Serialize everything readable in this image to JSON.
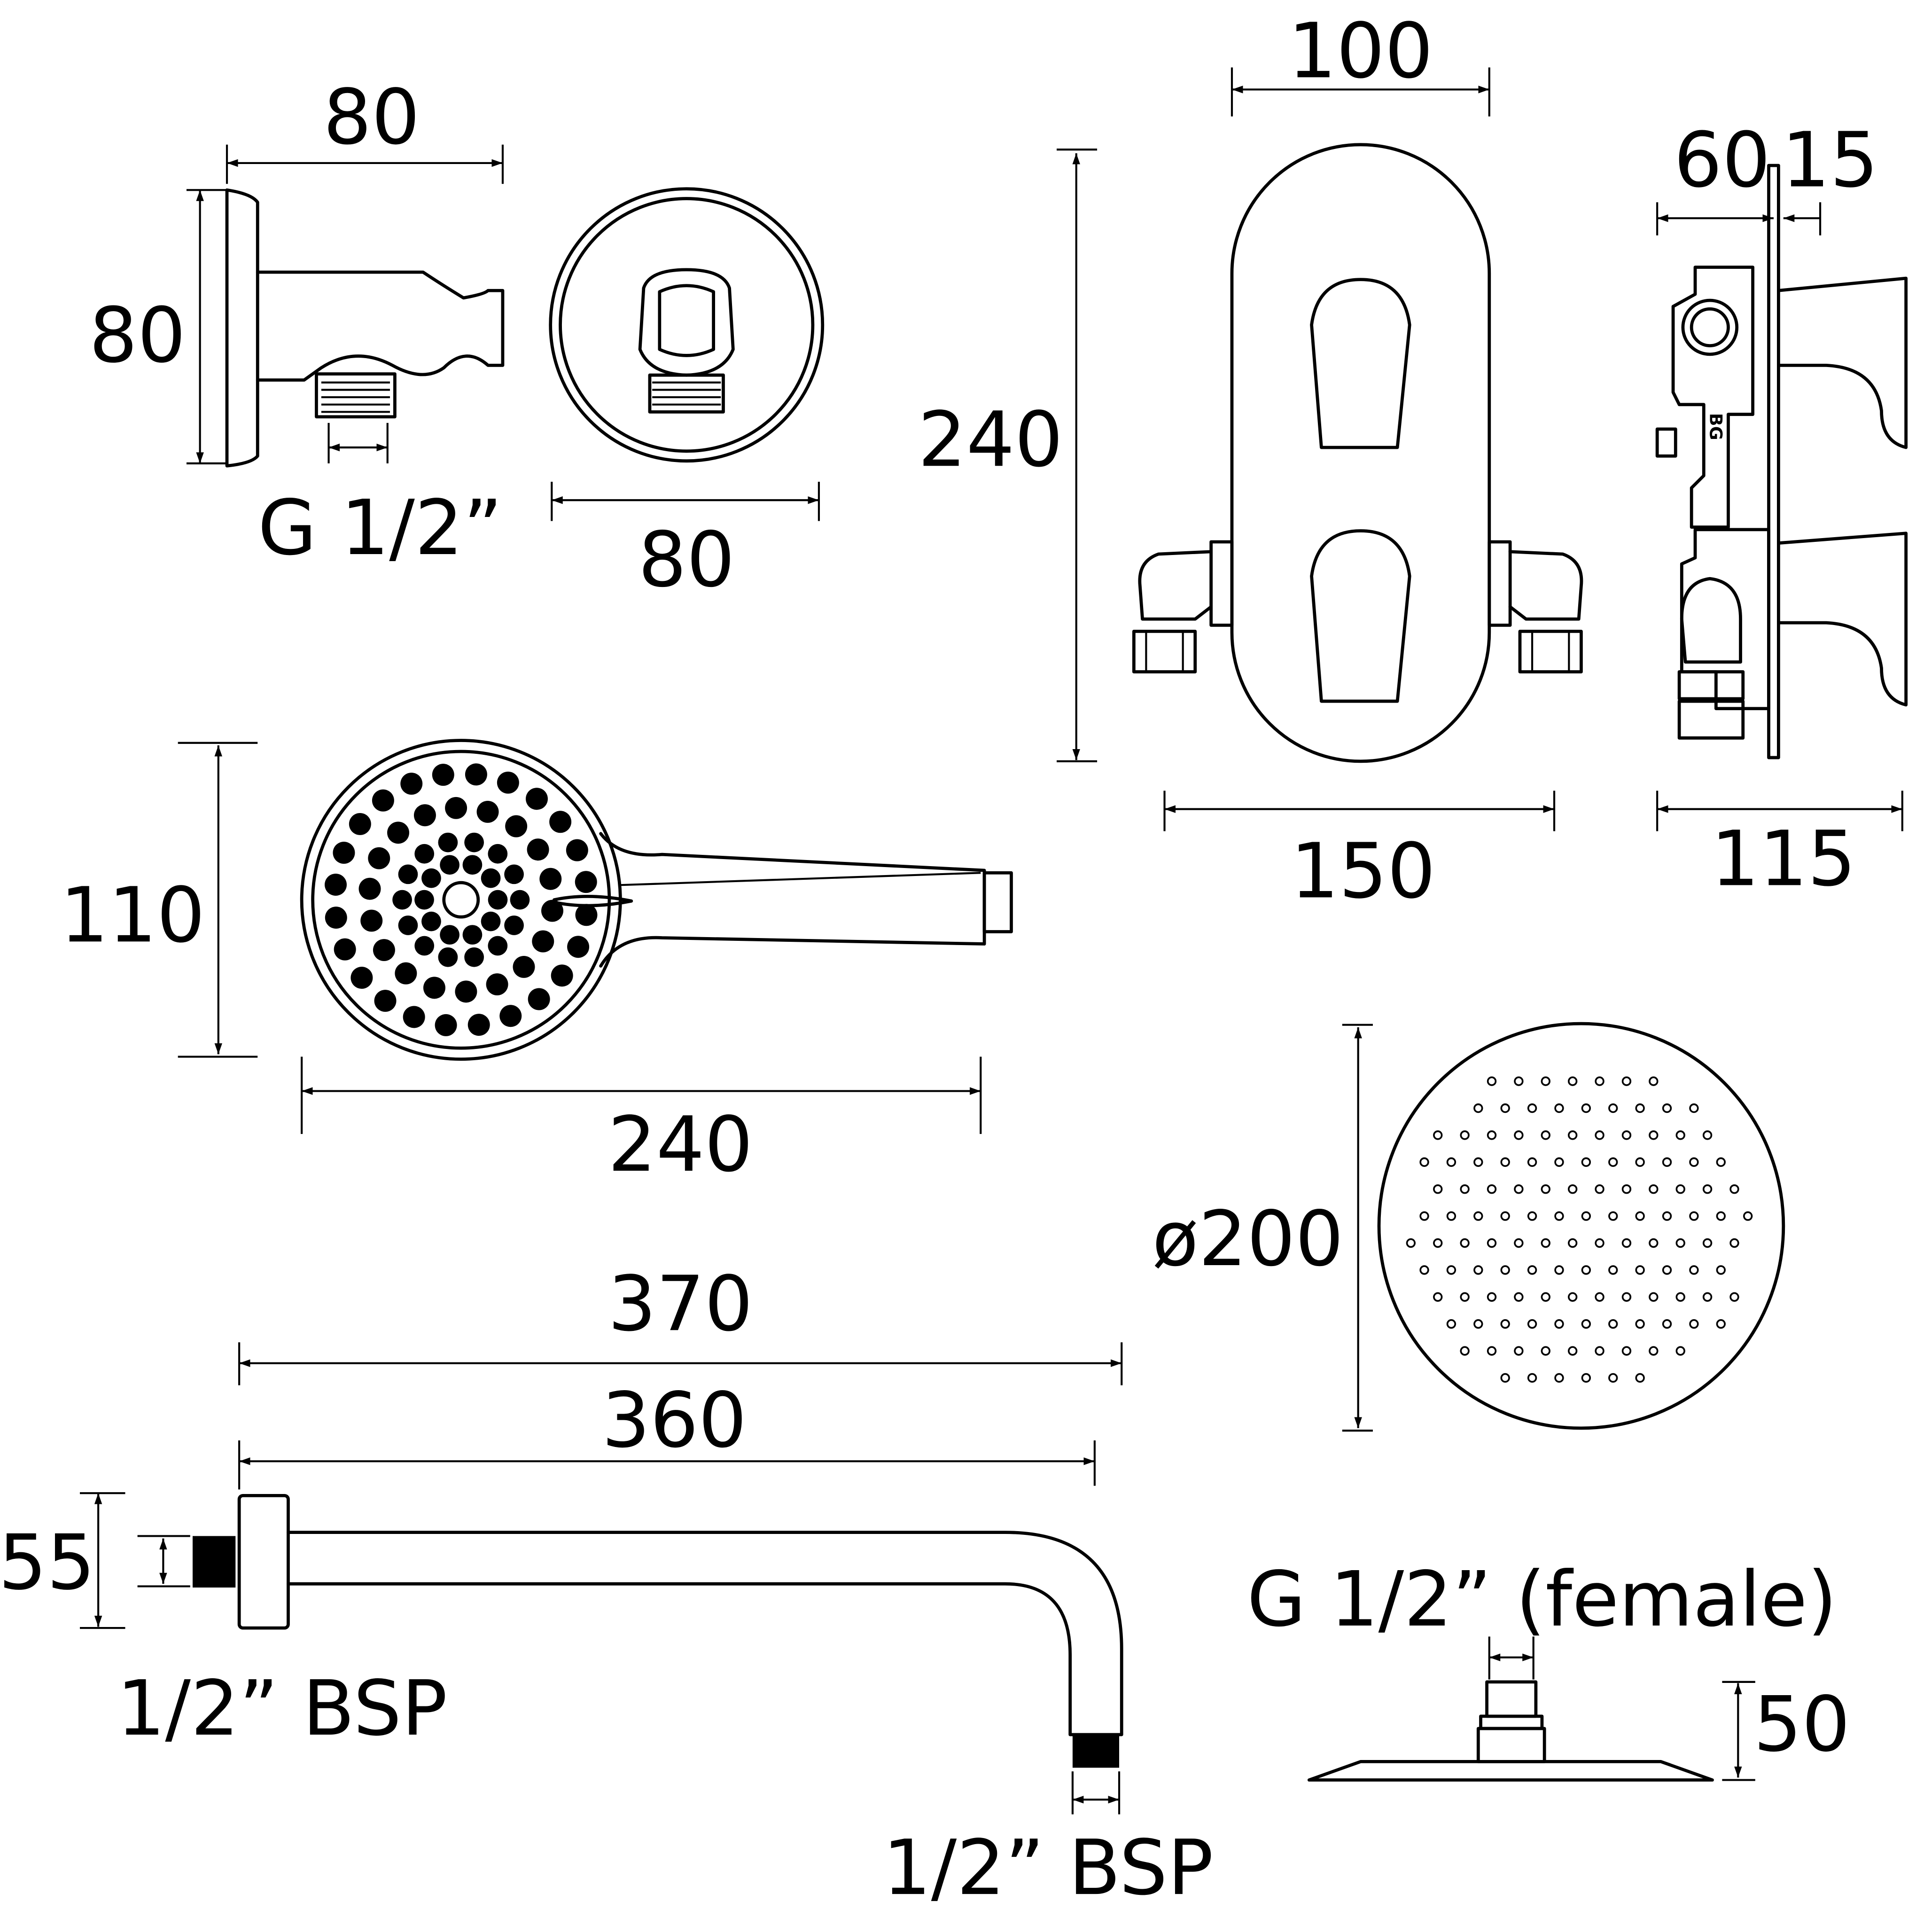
{
  "drawing": {
    "wall_outlet": {
      "width": "80",
      "height": "80",
      "thread": "G 1/2”",
      "front_width": "80"
    },
    "valve": {
      "width": "100",
      "height": "240",
      "overall_width": "150",
      "depth_body": "60",
      "depth_plate": "15",
      "overall_depth": "115",
      "brand_mark": "BG"
    },
    "handset": {
      "diameter": "110",
      "length": "240"
    },
    "arm": {
      "overall_length": "370",
      "length": "360",
      "flange": "55",
      "thread_wall": "1/2” BSP",
      "thread_outlet": "1/2” BSP"
    },
    "overhead": {
      "diameter": "ø200",
      "connection": "G 1/2” (female)",
      "height": "50"
    }
  }
}
